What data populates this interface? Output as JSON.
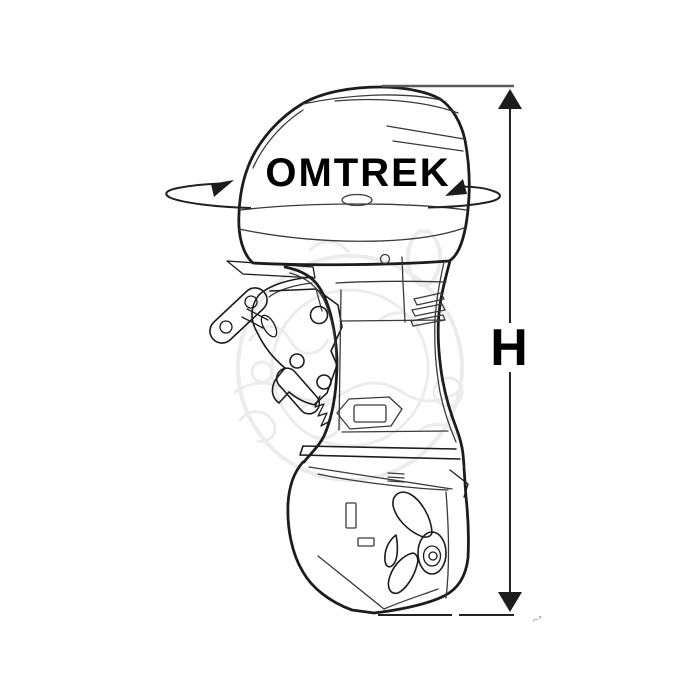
{
  "diagram": {
    "subject": "outboard-motor-cover-measurement-drawing",
    "circumference_label": "OMTREK",
    "height_label": "H",
    "corner_mark": "⌐'"
  },
  "colors": {
    "ink": "#1c1c1c",
    "ink-soft": "#3a3a3a",
    "tick": "#5a5a5a",
    "label": "#000000",
    "watermark": "#ececec",
    "paper": "#ffffff"
  }
}
